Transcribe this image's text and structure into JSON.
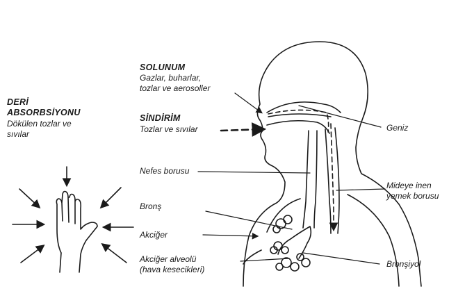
{
  "left_block": {
    "title_line1": "DERİ",
    "title_line2": "ABSORBSİYONU",
    "desc_line1": "Dökülen tozlar ve",
    "desc_line2": "sıvılar"
  },
  "top_block": {
    "solunum_title": "SOLUNUM",
    "solunum_line1": "Gazlar, buharlar,",
    "solunum_line2": "tozlar ve aerosoller",
    "sindirim_title": "SİNDİRİM",
    "sindirim_line1": "Tozlar ve sıvılar"
  },
  "labels": {
    "nefes_borusu": "Nefes borusu",
    "brons": "Bronş",
    "akciger": "Akciğer",
    "alveol_line1": "Akciğer alveolü",
    "alveol_line2": "(hava kesecikleri)",
    "geniz": "Geniz",
    "mideye_line1": "Mideye inen",
    "mideye_line2": "yemek borusu",
    "bronsiyol": "Bronşiyol"
  }
}
